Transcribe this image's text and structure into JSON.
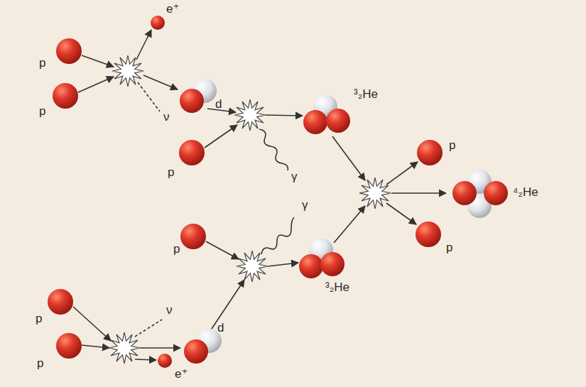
{
  "diagram": {
    "labels": [
      "e⁺",
      "p",
      "p",
      "d",
      "ν",
      "p",
      "γ",
      "³₂He",
      "p",
      "⁴₂He",
      "p",
      "γ",
      "p",
      "³₂He",
      "ν",
      "p",
      "d",
      "p",
      "e⁺"
    ]
  }
}
